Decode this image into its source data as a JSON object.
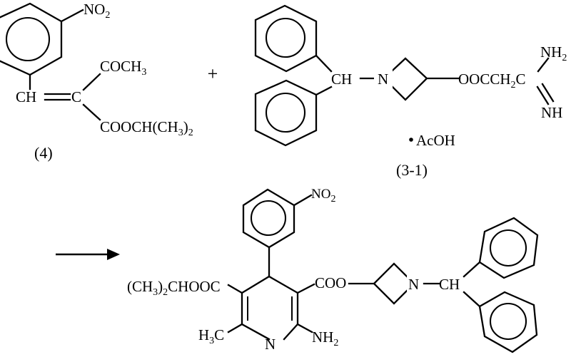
{
  "document": {
    "kind": "chemical-reaction-scheme",
    "description": "Two-reactant condensation scheme producing a 1,4-dihydropyridine ester",
    "background_color": "#ffffff",
    "line_color": "#000000"
  },
  "reactant_1": {
    "compound_label": "(4)",
    "aryl_substituent": "NO2",
    "aryl_substituent_display": "NO",
    "aryl_substituent_subscript": "2",
    "ring_type": "benzene-with-inner-circle",
    "vinyl_left": "CH",
    "vinyl_right": "C",
    "bond_between_vinyl": "double",
    "upper_branch": "COCH3",
    "upper_branch_display": "COCH",
    "upper_branch_subscript": "3",
    "lower_branch": "COOCH(CH3)2",
    "lower_branch_parts": [
      "COOCH(CH",
      "3",
      ")",
      "2"
    ]
  },
  "operator": {
    "plus": "+"
  },
  "reactant_2": {
    "compound_label": "(3-1)",
    "salt_label": "•AcOH",
    "salt_text": "AcOH",
    "salt_dot": "•",
    "methine": "CH",
    "azetidine_nitrogen": "N",
    "ester_chain": "OOCCH2C",
    "ester_chain_parts": [
      "OOCCH",
      "2",
      "C"
    ],
    "amidine_amino": "NH2",
    "amidine_amino_display": "NH",
    "amidine_amino_subscript": "2",
    "amidine_imino": "NH",
    "phenyl_count": 2,
    "ring_type": "benzene-with-inner-circle"
  },
  "arrow": {
    "direction": "right",
    "label": ""
  },
  "product": {
    "aryl_substituent": "NO2",
    "aryl_substituent_display": "NO",
    "aryl_substituent_subscript": "2",
    "left_ester": "(CH3)2CHOOC",
    "left_ester_parts": [
      "(CH",
      "3",
      ")",
      "2",
      "CHOOC"
    ],
    "right_ester": "COO",
    "ring_nitrogen": "N",
    "ring_methyl": "H3C",
    "ring_methyl_parts": [
      "H",
      "3",
      "C"
    ],
    "ring_amino": "NH2",
    "ring_amino_display": "NH",
    "ring_amino_subscript": "2",
    "azetidine_nitrogen": "N",
    "methine": "CH",
    "core": "1,4-dihydropyridine",
    "phenyl_count": 2
  }
}
